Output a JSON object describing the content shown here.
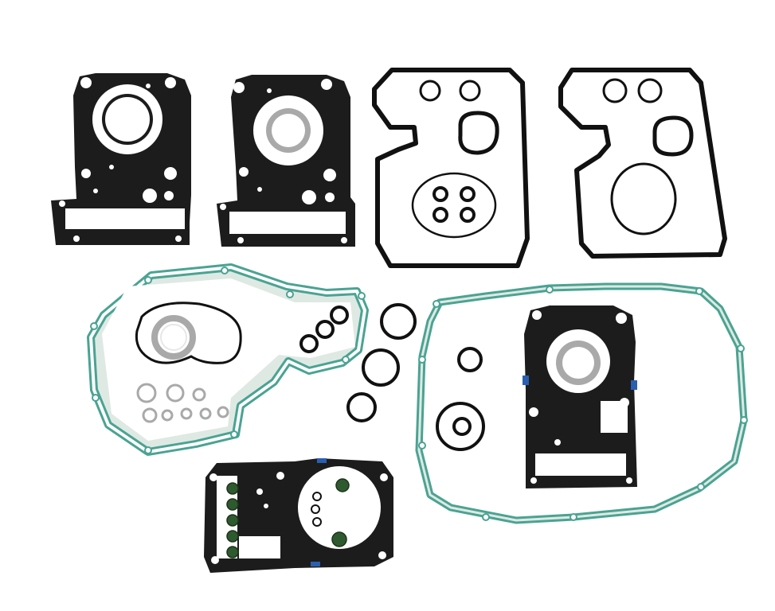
{
  "scene": {
    "background": "#ffffff",
    "colors": {
      "black_gasket": "#1c1c1c",
      "rubber_seal": "#111111",
      "paper_gasket_fill": "#dfe9e3",
      "paper_gasket_edge": "#4aa393",
      "metal_ring": "#a9a9a9",
      "metal_ring_inner": "#e7e7e7",
      "valve_seal_green": "#2f5a2f",
      "blue_mark": "#2a5fb0"
    },
    "items": [
      "cylinder-head-gasket",
      "cylinder-head-gasket",
      "valve-cover-gasket",
      "valve-cover-gasket",
      "crankcase-cover-gasket",
      "clutch-cover-gasket",
      "cylinder-base-gasket",
      "cylinder-base-gasket",
      "o-ring-set",
      "copper-washer-set",
      "valve-stem-seal-set"
    ]
  }
}
